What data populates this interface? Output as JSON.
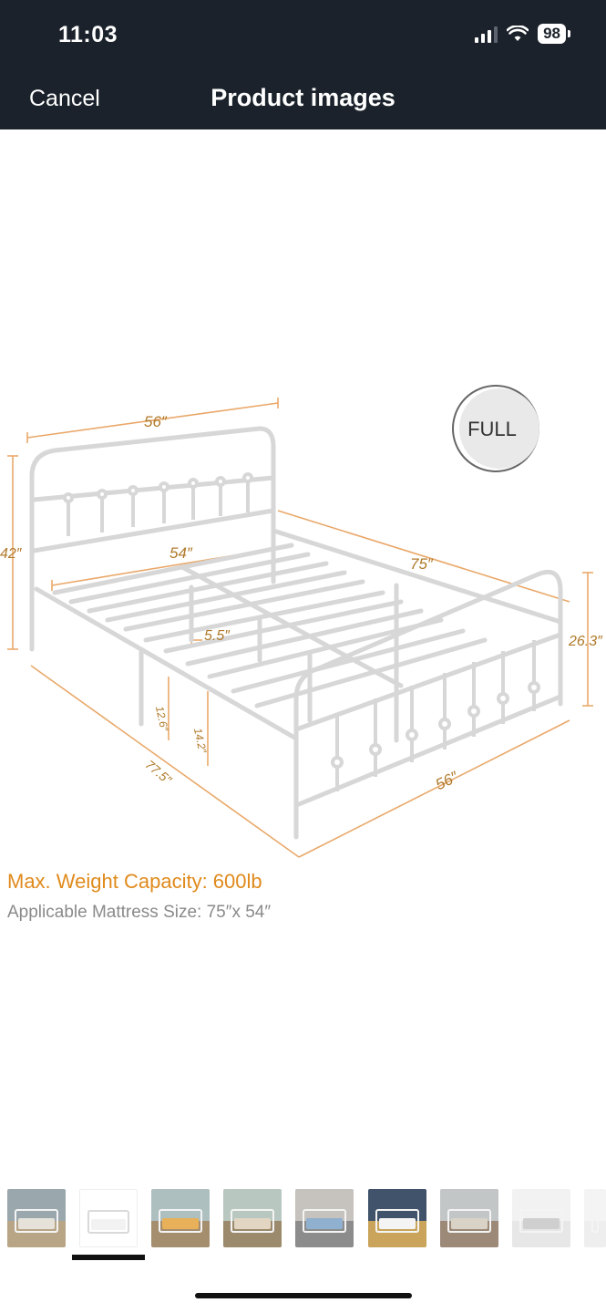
{
  "status_bar": {
    "time": "11:03",
    "battery": "98"
  },
  "header": {
    "cancel_label": "Cancel",
    "title": "Product images"
  },
  "product_image": {
    "badge": "FULL",
    "dimensions": {
      "headboard_width": "56″",
      "headboard_height": "42″",
      "inner_width": "54″",
      "length": "75″",
      "footboard_height": "26.3″",
      "slat_gap": "5.5″",
      "clearance_low": "12.6″",
      "clearance_high": "14.2″",
      "overall_length": "77.5″",
      "footboard_width": "56″"
    },
    "caption_weight": "Max. Weight Capacity: 600lb",
    "caption_mattress": "Applicable Mattress Size: 75″x 54″"
  },
  "thumbnails": [
    {
      "wall": "#9aa7ad",
      "floor": "#b8a586",
      "blanket": "#e6e2da",
      "selected": false
    },
    {
      "wall": "#ffffff",
      "floor": "#ffffff",
      "blanket": "#f2f2f2",
      "selected": true
    },
    {
      "wall": "#aebfc0",
      "floor": "#a48e6e",
      "blanket": "#e8b058",
      "selected": false
    },
    {
      "wall": "#b8c7c0",
      "floor": "#9b8a6c",
      "blanket": "#e2d6c2",
      "selected": false
    },
    {
      "wall": "#c6c2bd",
      "floor": "#8c8c8c",
      "blanket": "#8fb0cf",
      "selected": false
    },
    {
      "wall": "#40536a",
      "floor": "#c9a45a",
      "blanket": "#f4f4f4",
      "selected": false
    },
    {
      "wall": "#c3c6c6",
      "floor": "#9c8978",
      "blanket": "#d9d3c7",
      "selected": false
    },
    {
      "wall": "#f2f2f2",
      "floor": "#e7e7e7",
      "blanket": "#cfcfcf",
      "selected": false
    },
    {
      "wall": "#f4f4f4",
      "floor": "#eeeeee",
      "blanket": "#d8d8d8",
      "selected": false
    }
  ]
}
